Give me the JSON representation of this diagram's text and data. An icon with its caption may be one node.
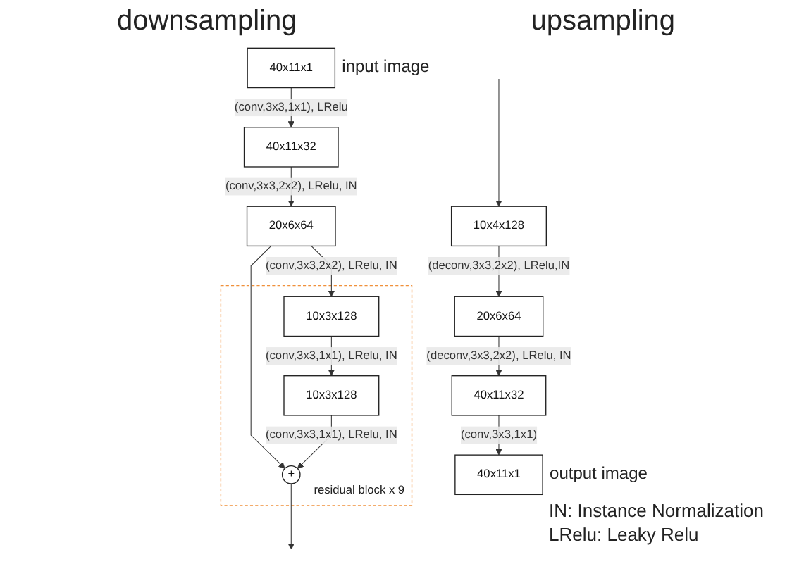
{
  "diagram": {
    "nodes": [
      {
        "text": [
          "40x11x1"
        ],
        "beside": [
          "input image"
        ]
      },
      {
        "text": [
          "40x11x32"
        ]
      },
      {
        "text": [
          "20x6x64"
        ]
      },
      {
        "text": [
          "residual block x 9"
        ]
      },
      {
        "text": [
          "10x3x128"
        ],
        "in": 3
      },
      {
        "text": [
          "10x3x128"
        ],
        "in": 3
      },
      {
        "text": [
          "+"
        ],
        "in": 3
      },
      {
        "text": [
          "10x4x128"
        ]
      },
      {
        "text": [
          "20x6x64"
        ]
      },
      {
        "text": [
          "40x11x32"
        ]
      },
      {
        "text": [
          "40x11x1"
        ],
        "beside": [
          "output image"
        ]
      }
    ],
    "edges": [
      {
        "from": 0,
        "to": 1,
        "arrow": "to",
        "label": "(conv,3x3,1x1), LRelu"
      },
      {
        "from": 1,
        "to": 2,
        "arrow": "to",
        "label": "(conv,3x3,2x2), LRelu, IN"
      },
      {
        "from": 2,
        "to": 4,
        "arrow": "to",
        "label": "(conv,3x3,2x2), LRelu, IN"
      },
      {
        "from": 2,
        "to": 6,
        "arrow": "to"
      },
      {
        "from": 4,
        "to": 5,
        "arrow": "to",
        "label": "(conv,3x3,1x1), LRelu, IN"
      },
      {
        "from": 5,
        "to": 6,
        "arrow": "to",
        "label": "(conv,3x3,1x1), LRelu, IN"
      },
      {
        "from": 6,
        "to": null,
        "arrow": "to"
      },
      {
        "from": null,
        "to": 7,
        "arrow": "to"
      },
      {
        "from": 7,
        "to": 8,
        "arrow": "to",
        "label": "(deconv,3x3,2x2), LRelu,IN"
      },
      {
        "from": 8,
        "to": 9,
        "arrow": "to",
        "label": "(deconv,3x3,2x2), LRelu, IN"
      },
      {
        "from": 9,
        "to": 10,
        "arrow": "to",
        "label": "(conv,3x3,1x1)"
      }
    ],
    "labels": [
      "downsampling",
      "upsampling",
      "IN: Instance Normalization",
      "LRelu: Leaky Relu"
    ]
  }
}
